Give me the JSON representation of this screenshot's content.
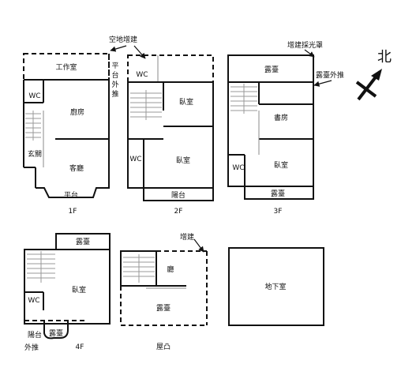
{
  "floors": {
    "f1": {
      "label": "1F",
      "rooms": {
        "workroom": "工作室",
        "wc": "WC",
        "kitchen": "廚房",
        "entrance": "玄關",
        "living": "客廳",
        "platform": "平台"
      },
      "side_platform": [
        "平",
        "台",
        "外",
        "推"
      ]
    },
    "f2": {
      "label": "2F",
      "rooms": {
        "wc_top": "WC",
        "bedroom1": "臥室",
        "wc_left": "WC",
        "bedroom2": "臥室",
        "balcony": "陽台"
      }
    },
    "f3": {
      "label": "3F",
      "rooms": {
        "terrace_top": "露臺",
        "study": "書房",
        "wc": "WC",
        "bedroom": "臥室",
        "terrace_bottom": "露臺"
      }
    },
    "f4": {
      "label": "4F",
      "rooms": {
        "terrace": "露臺",
        "bedroom": "臥室",
        "wc": "WC",
        "balcony": "陽台",
        "pushout": "外推",
        "terrace_small": "露臺"
      }
    },
    "roof": {
      "label": "屋凸",
      "rooms": {
        "addition": "增建",
        "hall": "廳",
        "terrace": "露臺"
      }
    },
    "basement": {
      "rooms": {
        "basement": "地下室"
      }
    }
  },
  "annotations": {
    "vacant_addition": "空地增建",
    "skylight_addition": "增建採光罩",
    "terrace_pushout": "露臺外推"
  },
  "compass": {
    "north": "北"
  }
}
